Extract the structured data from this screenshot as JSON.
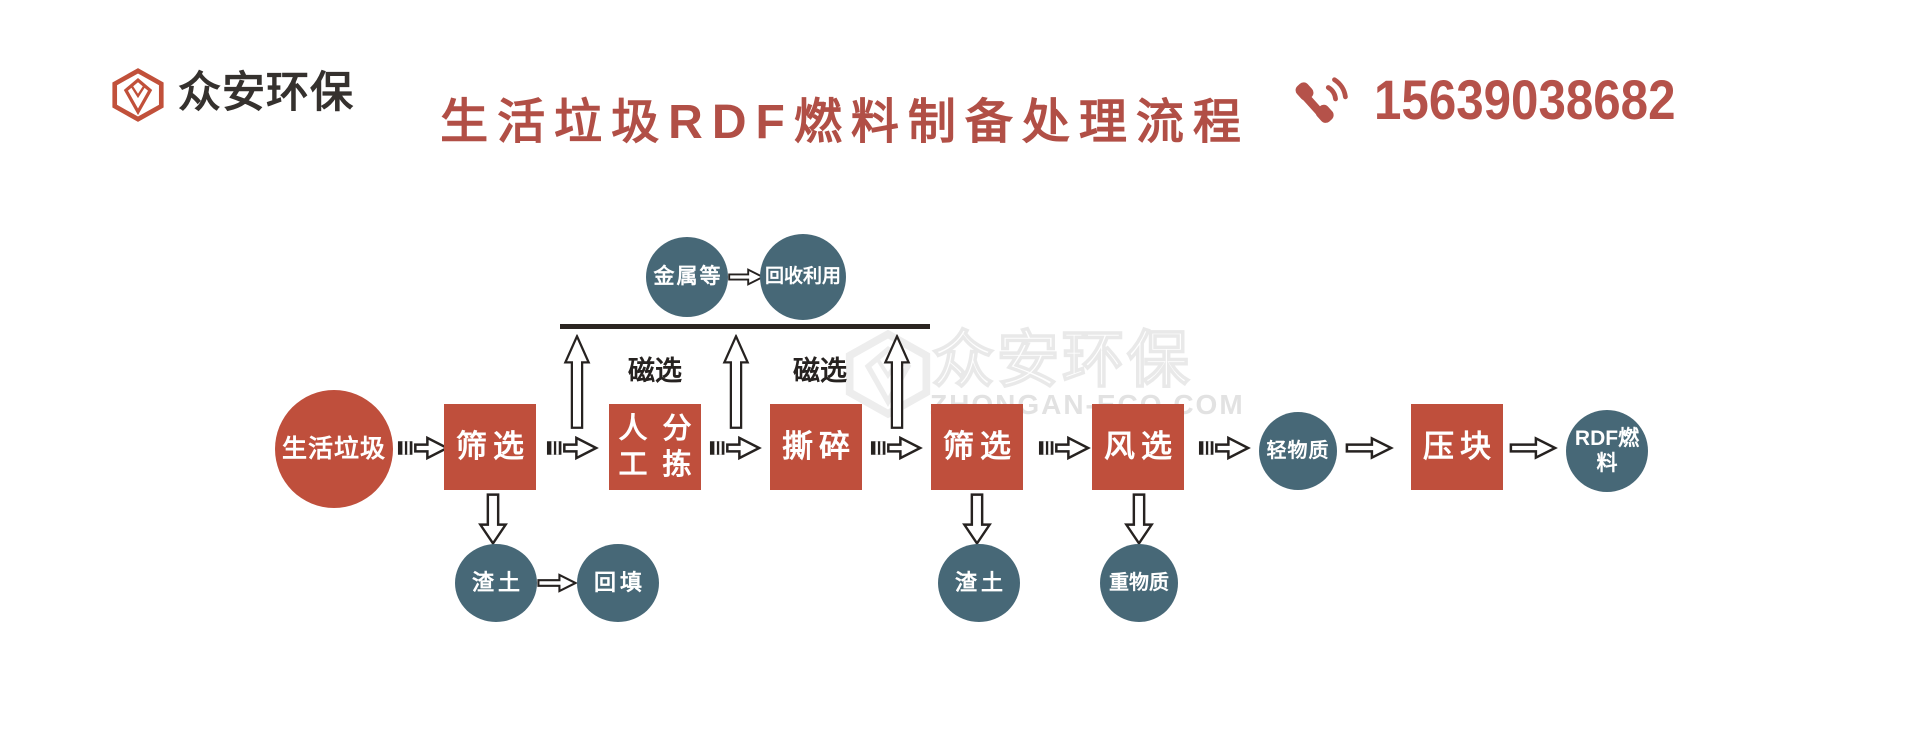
{
  "header": {
    "brand": "众安环保",
    "title": "生活垃圾RDF燃料制备处理流程",
    "phone": "15639038682"
  },
  "watermark": {
    "brand": "众安环保",
    "domain": "ZHONGAN-ECO.COM"
  },
  "diagram": {
    "magnetic_label_left": "磁选",
    "magnetic_label_right": "磁选",
    "metal": "金属等",
    "recycle": "回收利用",
    "source": "生活垃圾",
    "screen_1": "筛选",
    "manual_sorting_line1": "人工",
    "manual_sorting_line2": "分拣",
    "shred": "撕碎",
    "screen_2": "筛选",
    "air_separation": "风选",
    "light_material": "轻物质",
    "compress": "压块",
    "rdf_fuel": "RDF燃料",
    "slag_1": "渣土",
    "backfill": "回填",
    "slag_2": "渣土",
    "heavy_material": "重物质"
  },
  "icons": {
    "brand_logo": "hexagon-diamond",
    "phone": "telephone-handset-with-waves",
    "flow_connector": "striped-block-right-arrow",
    "branch_arrow": "outlined-arrow"
  },
  "colors": {
    "brick_red": "#bf4f3c",
    "steel_blue": "#476877",
    "title_red": "#b14f46",
    "phone_red": "#b5524a",
    "ink": "#262220",
    "watermark_gray": "#e9e9e9"
  }
}
